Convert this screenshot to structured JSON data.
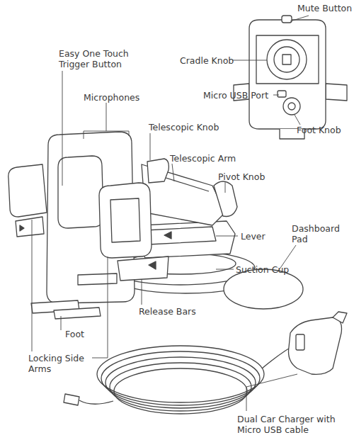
{
  "diagram": {
    "labels": [
      "Mute Button",
      "Easy One Touch Trigger Button",
      "Cradle Knob",
      "Microphones",
      "Micro USB Port",
      "Telescopic Knob",
      "Foot Knob",
      "Telescopic Arm",
      "Pivot Knob",
      "Dashboard Pad",
      "Lever",
      "Suction Cup",
      "Release Bars",
      "Foot",
      "Locking Side Arms",
      "Dual Car Charger with Micro USB cable"
    ]
  }
}
